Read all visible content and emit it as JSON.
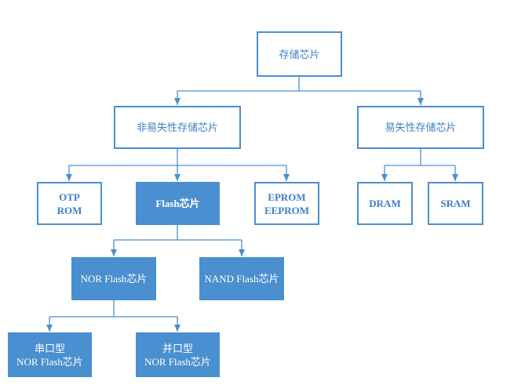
{
  "colors": {
    "accent": "#4a8fcf",
    "outline_text": "#3f7fc6",
    "filled_text": "#ffffff",
    "background": "#ffffff"
  },
  "nodes": {
    "root": {
      "lines": [
        "存储芯片"
      ]
    },
    "nonvolatile": {
      "lines": [
        "非易失性存储芯片"
      ]
    },
    "volatile": {
      "lines": [
        "易失性存储芯片"
      ]
    },
    "otp_rom": {
      "lines": [
        "OTP",
        "ROM"
      ]
    },
    "flash": {
      "lines": [
        "Flash芯片"
      ]
    },
    "eprom": {
      "lines": [
        "EPROM",
        "EEPROM"
      ]
    },
    "dram": {
      "lines": [
        "DRAM"
      ]
    },
    "sram": {
      "lines": [
        "SRAM"
      ]
    },
    "nor": {
      "lines": [
        "NOR Flash芯片"
      ]
    },
    "nand": {
      "lines": [
        "NAND Flash芯片"
      ]
    },
    "serial_nor": {
      "lines": [
        "串口型",
        "NOR Flash芯片"
      ]
    },
    "parallel_nor": {
      "lines": [
        "并口型",
        "NOR Flash芯片"
      ]
    }
  }
}
